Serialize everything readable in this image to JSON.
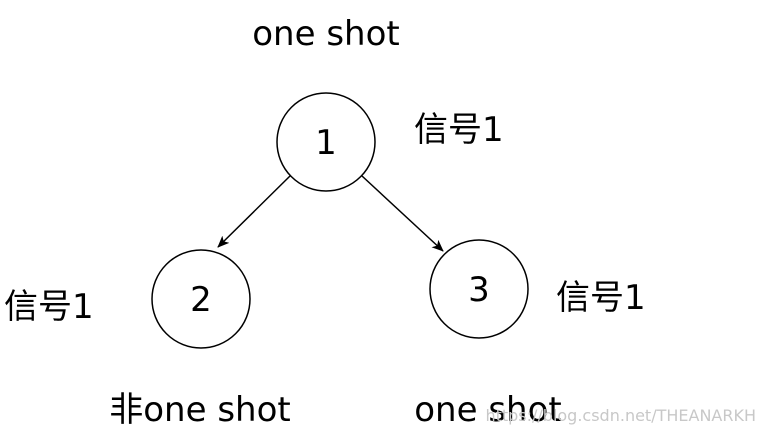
{
  "nodes": [
    {
      "id": "1",
      "label": "1",
      "caption_top": "one shot",
      "signal": "信号1"
    },
    {
      "id": "2",
      "label": "2",
      "caption_bottom": "非one shot",
      "signal": "信号1"
    },
    {
      "id": "3",
      "label": "3",
      "caption_bottom": "one shot",
      "signal": "信号1"
    }
  ],
  "edges": [
    {
      "from": "1",
      "to": "2"
    },
    {
      "from": "1",
      "to": "3"
    }
  ],
  "watermark": "https://blog.csdn.net/THEANARKH",
  "colors": {
    "stroke": "#000000",
    "text": "#000000",
    "watermark": "#c8c8c8"
  }
}
